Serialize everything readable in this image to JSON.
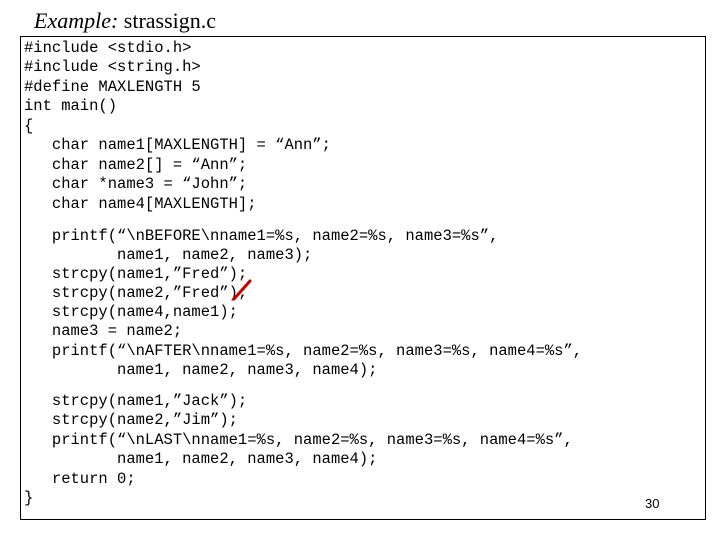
{
  "title": {
    "label": "Example:",
    "file": "strassign.c"
  },
  "code_lines": [
    "#include <stdio.h>",
    "#include <string.h>",
    "#define MAXLENGTH 5",
    "int main()",
    "{",
    "   char name1[MAXLENGTH] = “Ann”;",
    "   char name2[] = “Ann”;",
    "   char *name3 = “John”;",
    "   char name4[MAXLENGTH];",
    "   printf(“\\nBEFORE\\nname1=%s, name2=%s, name3=%s”,",
    "          name1, name2, name3);",
    "   strcpy(name1,”Fred”);",
    "   strcpy(name2,”Fred”);",
    "   strcpy(name4,name1);",
    "   name3 = name2;",
    "   printf(“\\nAFTER\\nname1=%s, name2=%s, name3=%s, name4=%s”,",
    "          name1, name2, name3, name4);",
    "   strcpy(name1,”Jack”);",
    "   strcpy(name2,”Jim”);",
    "   printf(“\\nLAST\\nname1=%s, name2=%s, name3=%s, name4=%s”,",
    "          name1, name2, name3, name4);",
    "   return 0;",
    "}"
  ],
  "slide_number": "30",
  "colors": {
    "annotation": "#cc0000"
  }
}
